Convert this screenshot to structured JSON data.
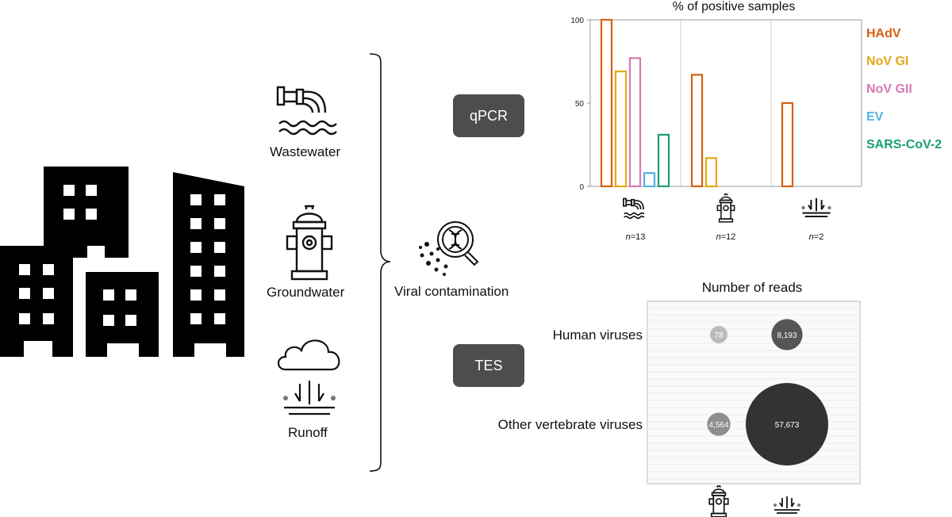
{
  "sources": {
    "wastewater": "Wastewater",
    "groundwater": "Groundwater",
    "runoff": "Runoff"
  },
  "center": {
    "viral_contamination": "Viral contamination"
  },
  "methods": {
    "qpcr": "qPCR",
    "tes": "TES"
  },
  "colors": {
    "HAdV": "#d95f0e",
    "NoV GI": "#e6a817",
    "NoV GII": "#d978b5",
    "EV": "#4fb4e3",
    "SARS-CoV-2": "#1a9e77",
    "bubble_dark": "#333333",
    "bubble_light": "#aaaaaa"
  },
  "chart_data": [
    {
      "type": "bar",
      "title": "% of positive samples",
      "ylim": [
        0,
        100
      ],
      "yticks": [
        "0",
        "50",
        "100"
      ],
      "categories": [
        "wastewater",
        "groundwater",
        "runoff"
      ],
      "category_icons": [
        "wastewater-icon",
        "hydrant-icon",
        "runoff-icon"
      ],
      "category_labels": [
        {
          "n": "n",
          "eq": "=13"
        },
        {
          "n": "n",
          "eq": "=12"
        },
        {
          "n": "n",
          "eq": "=2"
        }
      ],
      "series": [
        {
          "name": "HAdV",
          "values": [
            100,
            67,
            50
          ]
        },
        {
          "name": "NoV GI",
          "values": [
            69,
            17,
            0
          ]
        },
        {
          "name": "NoV GII",
          "values": [
            77,
            0,
            0
          ]
        },
        {
          "name": "EV",
          "values": [
            8,
            0,
            0
          ]
        },
        {
          "name": "SARS-CoV-2",
          "values": [
            31,
            0,
            0
          ]
        }
      ],
      "legend_position": "right"
    },
    {
      "type": "scatter",
      "title": "Number of reads",
      "rows": [
        "Human viruses",
        "Other vertebrate viruses"
      ],
      "columns": [
        "groundwater",
        "runoff"
      ],
      "column_icons": [
        "hydrant-icon",
        "runoff-icon"
      ],
      "points": [
        {
          "row": "Human viruses",
          "column": "groundwater",
          "value": 78,
          "label": "78"
        },
        {
          "row": "Human viruses",
          "column": "runoff",
          "value": 8193,
          "label": "8,193"
        },
        {
          "row": "Other vertebrate viruses",
          "column": "groundwater",
          "value": 4564,
          "label": "4,564"
        },
        {
          "row": "Other vertebrate viruses",
          "column": "runoff",
          "value": 57673,
          "label": "57,673"
        }
      ]
    }
  ]
}
